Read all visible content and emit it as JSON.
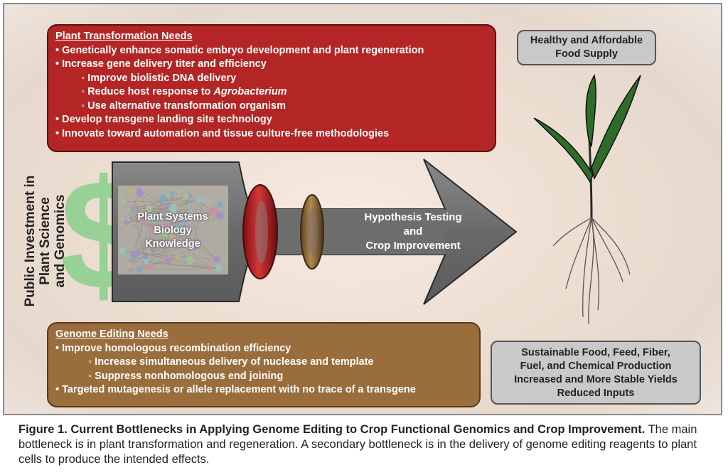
{
  "plant_needs": {
    "title": "Plant Transformation Needs",
    "items": [
      "• Genetically enhance somatic embryo development and plant regeneration",
      "• Increase gene delivery titer and efficiency",
      "◦ Improve biolistic DNA delivery",
      "◦ Reduce host response to",
      "Agrobacterium",
      "◦ Use alternative transformation organism",
      "• Develop transgene landing site technology",
      "• Innovate toward automation and tissue culture-free methodologies"
    ]
  },
  "genome_needs": {
    "title": "Genome Editing Needs",
    "items": [
      "• Improve homologous recombination efficiency",
      "◦ Increase simultaneous delivery of nuclease and template",
      "◦ Suppress nonhomologous end joining",
      "• Targeted mutagenesis or allele replacement with no trace of a transgene"
    ]
  },
  "food_box": {
    "lines": [
      "Healthy and Affordable",
      "Food Supply"
    ]
  },
  "outcome_box": {
    "lines": [
      "Sustainable Food, Feed, Fiber,",
      "Fuel, and Chemical Production",
      "Increased and More Stable Yields",
      "Reduced Inputs"
    ]
  },
  "investment_label": {
    "lines": [
      "Public Investment in",
      "Plant Science",
      "and Genomics"
    ],
    "symbol": "$"
  },
  "arrow_label": {
    "lines": [
      "Hypothesis Testing",
      "and",
      "Crop Improvement"
    ]
  },
  "knowledge_label": {
    "lines": [
      "Plant Systems",
      "Biology",
      "Knowledge"
    ]
  },
  "caption": {
    "bold": "Figure 1. Current Bottlenecks in Applying Genome Editing to Crop Functional Genomics and Crop Improvement.",
    "text": " The main bottleneck is in plant transformation and regeneration. A secondary bottleneck is in the delivery of genome editing reagents to plant cells to produce the intended effects."
  },
  "colors": {
    "plant_box": "#b42525",
    "genome_box": "#9a6d3c",
    "arrow": "#6b6b6b",
    "red_ring": "#b01f22",
    "brown_ring": "#8a6a3a",
    "dollar": "#8fd08f",
    "leaf": "#2f6b2a"
  }
}
